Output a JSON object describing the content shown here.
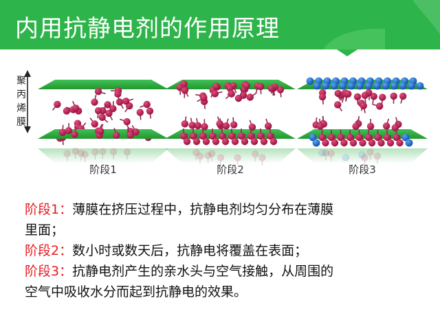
{
  "banner": {
    "title": "内用抗静电剂的作用原理",
    "color": "#2db44a"
  },
  "diagram": {
    "film_label": [
      "聚",
      "丙",
      "烯",
      "膜"
    ],
    "stages": [
      {
        "label": "阶段1",
        "state": "dispersed"
      },
      {
        "label": "阶段2",
        "state": "migrating"
      },
      {
        "label": "阶段3",
        "state": "surface-covered"
      }
    ],
    "colors": {
      "sheet": "#2fae43",
      "molecule": "#b0194f",
      "water": "#1f6fd0",
      "tail": "#8a2a4e"
    }
  },
  "description": [
    {
      "tag": "阶段1：",
      "text": "薄膜在挤压过程中，抗静电剂均匀分布在薄膜"
    },
    {
      "tag": "",
      "text": "里面；"
    },
    {
      "tag": "阶段2：",
      "text": "数小时或数天后，抗静电将覆盖在表面；"
    },
    {
      "tag": "阶段3：",
      "text": "抗静电剂产生的亲水头与空气接触，从周围的"
    },
    {
      "tag": "",
      "text": "空气中吸收水分而起到抗静电的效果。"
    }
  ]
}
